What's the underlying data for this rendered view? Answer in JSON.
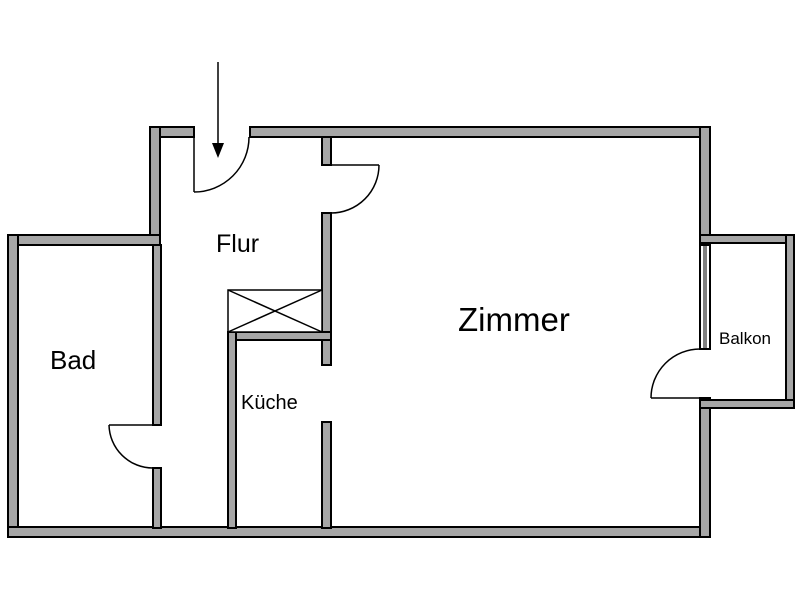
{
  "rooms": {
    "flur": "Flur",
    "zimmer": "Zimmer",
    "bad": "Bad",
    "kueche": "Küche",
    "balkon": "Balkon"
  },
  "colors": {
    "wall_fill": "#a6a6a6",
    "line": "#000000",
    "background": "#ffffff"
  },
  "icons": {
    "entrance": "arrow-down-icon",
    "shaft": "crossed-box-icon"
  }
}
